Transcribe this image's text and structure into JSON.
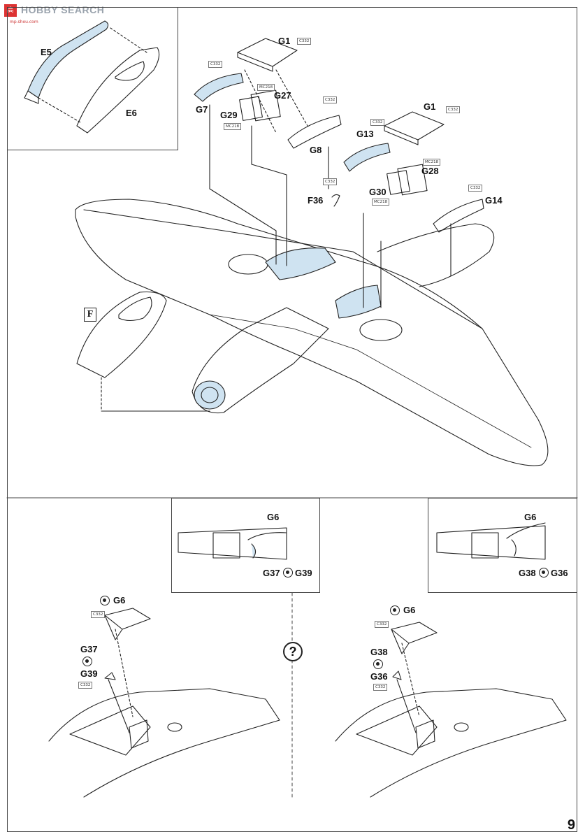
{
  "watermark": {
    "brand": "HOBBY SEARCH",
    "logo_text": "高",
    "site": "mp.shou.com"
  },
  "page_number": "9",
  "section_marker": "F",
  "question_marker": "?",
  "labels": {
    "e5": "E5",
    "e6": "E6",
    "g1a": "G1",
    "g7": "G7",
    "g27": "G27",
    "g29": "G29",
    "g8": "G8",
    "g1b": "G1",
    "g13": "G13",
    "g28": "G28",
    "g30": "G30",
    "g14": "G14",
    "f36": "F36",
    "g6_top_left": "G6",
    "g37_39_pair": "G37",
    "g39_pair": "G39",
    "g6_top_right": "G6",
    "g38_36_pair": "G38",
    "g36_pair": "G36",
    "g6_bottom_left": "G6",
    "g37_bl": "G37",
    "g39_bl": "G39",
    "g6_bottom_right": "G6",
    "g38_br": "G38",
    "g36_br": "G36"
  },
  "tags": {
    "c332": "C332",
    "mc218": "MC218"
  },
  "colors": {
    "glass": "#cfe3f1",
    "line": "#222222",
    "frame": "#444444"
  }
}
